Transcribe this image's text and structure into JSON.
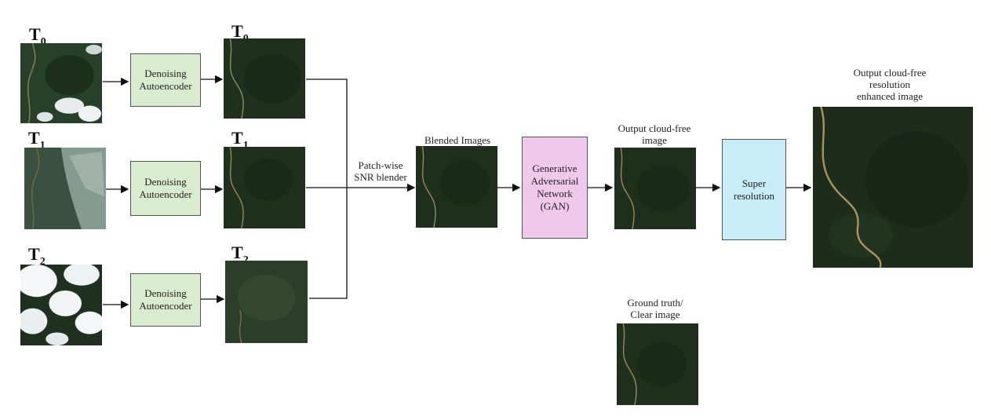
{
  "inputs": [
    {
      "name": "T",
      "sub": "0"
    },
    {
      "name": "T",
      "sub": "1"
    },
    {
      "name": "T",
      "sub": "2"
    }
  ],
  "denoised_labels": [
    {
      "name": "T",
      "sub": "0"
    },
    {
      "name": "T",
      "sub": "1"
    },
    {
      "name": "T",
      "sub": "2"
    }
  ],
  "dae_label": "Denoising Autoencoder",
  "blender_label": {
    "line1": "Patch-wise",
    "line2": "SNR blender"
  },
  "blended_label": "Blended Images",
  "gan_label": {
    "line1": "Generative",
    "line2": "Adversarial",
    "line3": "Network",
    "line4": "(GAN)"
  },
  "output_label": {
    "line1": "Output cloud-free",
    "line2": "image"
  },
  "sr_label": {
    "line1": "Super",
    "line2": "resolution"
  },
  "final_label": {
    "line1": "Output cloud-free",
    "line2": "resolution",
    "line3": "enhanced image"
  },
  "ground_truth_label": {
    "line1": "Ground truth/",
    "line2": "Clear image"
  },
  "colors": {
    "dae": "#d9ecd0",
    "gan": "#f0c8ec",
    "sr": "#c8ecf8",
    "forest": "#1e2d1a",
    "river": "#a08a5a",
    "cloud": "#f4f6f8"
  }
}
